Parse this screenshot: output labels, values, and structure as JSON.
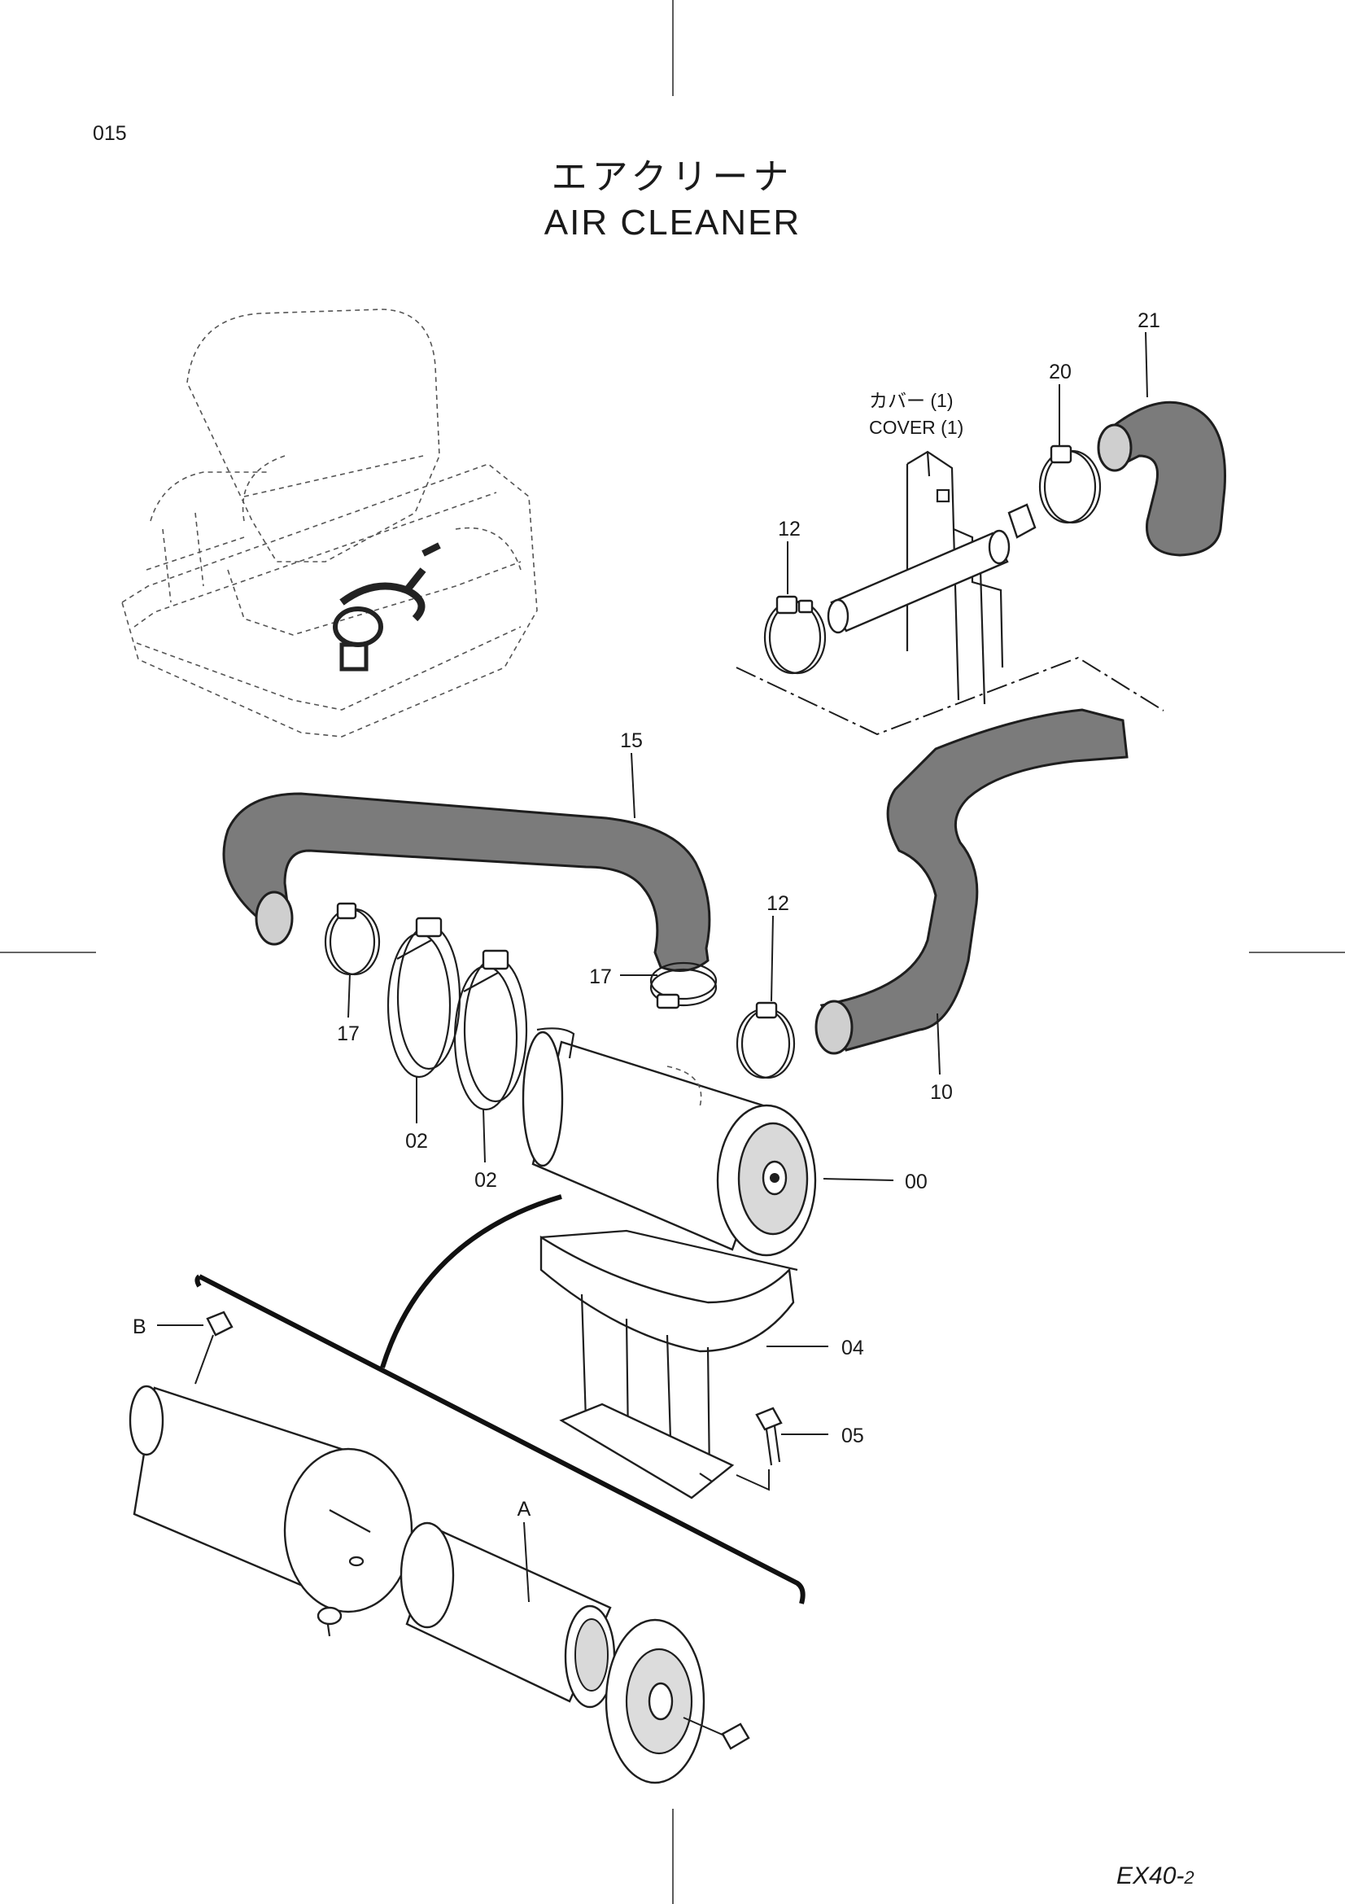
{
  "page": {
    "number": "015",
    "title_jp": "エアクリーナ",
    "title_en": "AIR  CLEANER",
    "model_code_main": "EX40-",
    "model_code_sub": "2"
  },
  "cover_label": {
    "jp": "カバー  (1)",
    "en": "COVER  (1)"
  },
  "callouts": {
    "p21": "21",
    "p20": "20",
    "p12_top": "12",
    "p15": "15",
    "p12_mid": "12",
    "p17_right": "17",
    "p17_left": "17",
    "p02_a": "02",
    "p02_b": "02",
    "p10": "10",
    "p00": "00",
    "p04": "04",
    "p05": "05",
    "pA": "A",
    "pB": "B"
  }
}
